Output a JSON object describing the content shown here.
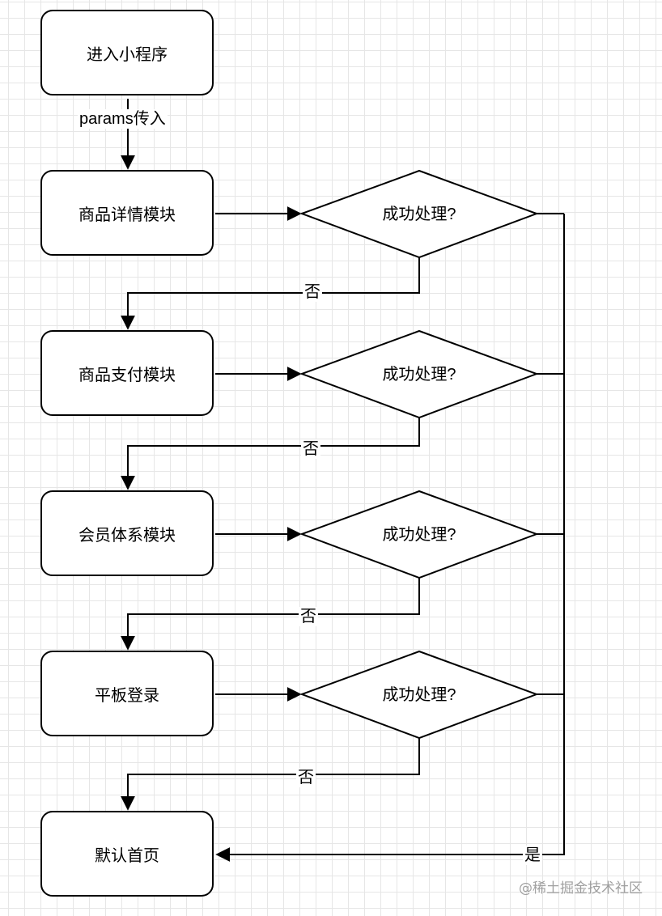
{
  "flowchart": {
    "start": "进入小程序",
    "entry_edge_label": "params传入",
    "modules": [
      "商品详情模块",
      "商品支付模块",
      "会员体系模块",
      "平板登录"
    ],
    "decision_label": "成功处理?",
    "no_label": "否",
    "yes_label": "是",
    "end": "默认首页"
  },
  "watermark": "@稀土掘金技术社区"
}
